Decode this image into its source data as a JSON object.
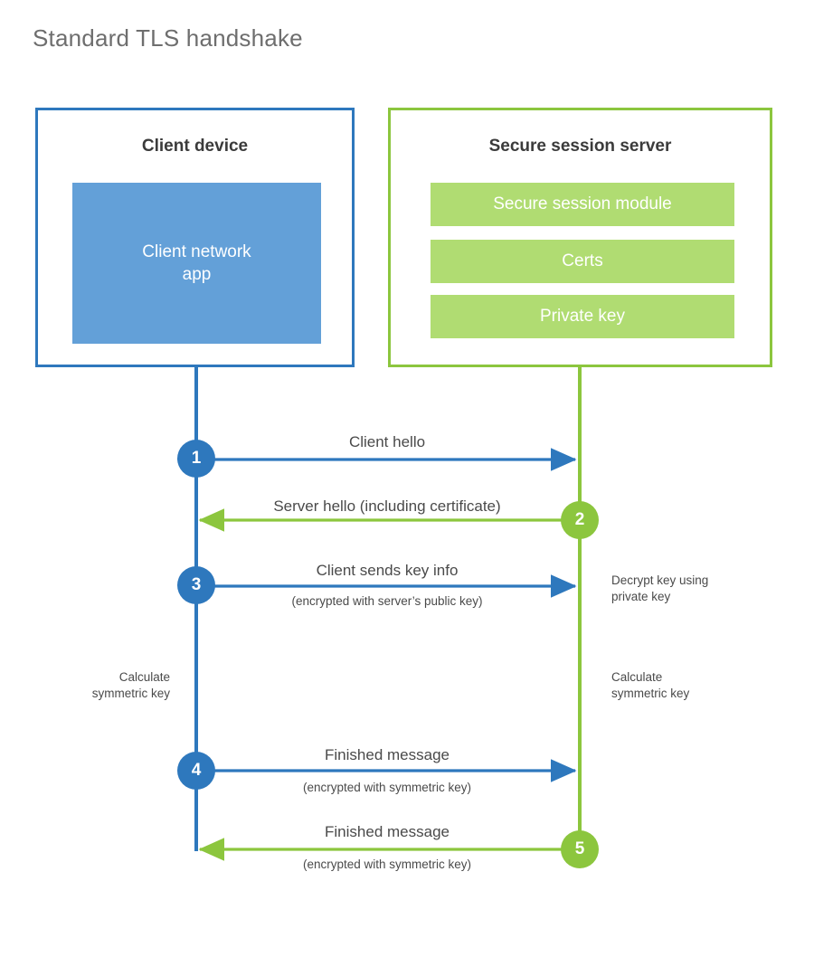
{
  "page": {
    "title": "Standard TLS handshake"
  },
  "colors": {
    "client_border": "#2E78BD",
    "client_fill": "#63A0D8",
    "server_border": "#8CC63E",
    "server_fill": "#B0DC72",
    "title_text": "#6e6e6e",
    "body_text": "#4a4a4a",
    "background": "#ffffff"
  },
  "client": {
    "title": "Client device",
    "app_label": "Client network\napp",
    "app_label_line1": "Client network",
    "app_label_line2": "app"
  },
  "server": {
    "title": "Secure session server",
    "bars": [
      {
        "label": "Secure session module"
      },
      {
        "label": "Certs"
      },
      {
        "label": "Private key"
      }
    ]
  },
  "steps": [
    {
      "number": "1",
      "side": "client",
      "direction": "right",
      "label": "Client hello",
      "sublabel": ""
    },
    {
      "number": "2",
      "side": "server",
      "direction": "left",
      "label": "Server hello (including certificate)",
      "sublabel": ""
    },
    {
      "number": "3",
      "side": "client",
      "direction": "right",
      "label": "Client sends key info",
      "sublabel": "(encrypted with server’s public key)"
    },
    {
      "number": "4",
      "side": "client",
      "direction": "right",
      "label": "Finished message",
      "sublabel": "(encrypted with symmetric key)"
    },
    {
      "number": "5",
      "side": "server",
      "direction": "left",
      "label": "Finished message",
      "sublabel": "(encrypted with symmetric key)"
    }
  ],
  "notes": {
    "decrypt_line1": "Decrypt key using",
    "decrypt_line2": "private key",
    "client_calc_line1": "Calculate",
    "client_calc_line2": "symmetric key",
    "server_calc_line1": "Calculate",
    "server_calc_line2": "symmetric key"
  }
}
